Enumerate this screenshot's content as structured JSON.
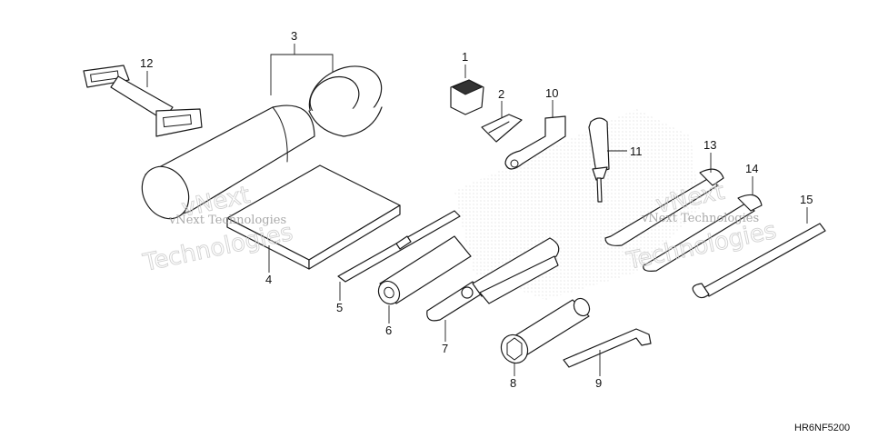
{
  "diagram": {
    "code": "HR6NF5200",
    "watermarks": [
      "vNext Technologies",
      "vNext",
      "Technologies"
    ],
    "callouts": [
      {
        "id": "c1",
        "label": "1"
      },
      {
        "id": "c2",
        "label": "2"
      },
      {
        "id": "c3",
        "label": "3"
      },
      {
        "id": "c4",
        "label": "4"
      },
      {
        "id": "c5",
        "label": "5"
      },
      {
        "id": "c6",
        "label": "6"
      },
      {
        "id": "c7",
        "label": "7"
      },
      {
        "id": "c8",
        "label": "8"
      },
      {
        "id": "c9",
        "label": "9"
      },
      {
        "id": "c10",
        "label": "10"
      },
      {
        "id": "c11",
        "label": "11"
      },
      {
        "id": "c12",
        "label": "12"
      },
      {
        "id": "c13",
        "label": "13"
      },
      {
        "id": "c14",
        "label": "14"
      },
      {
        "id": "c15",
        "label": "15"
      }
    ]
  }
}
